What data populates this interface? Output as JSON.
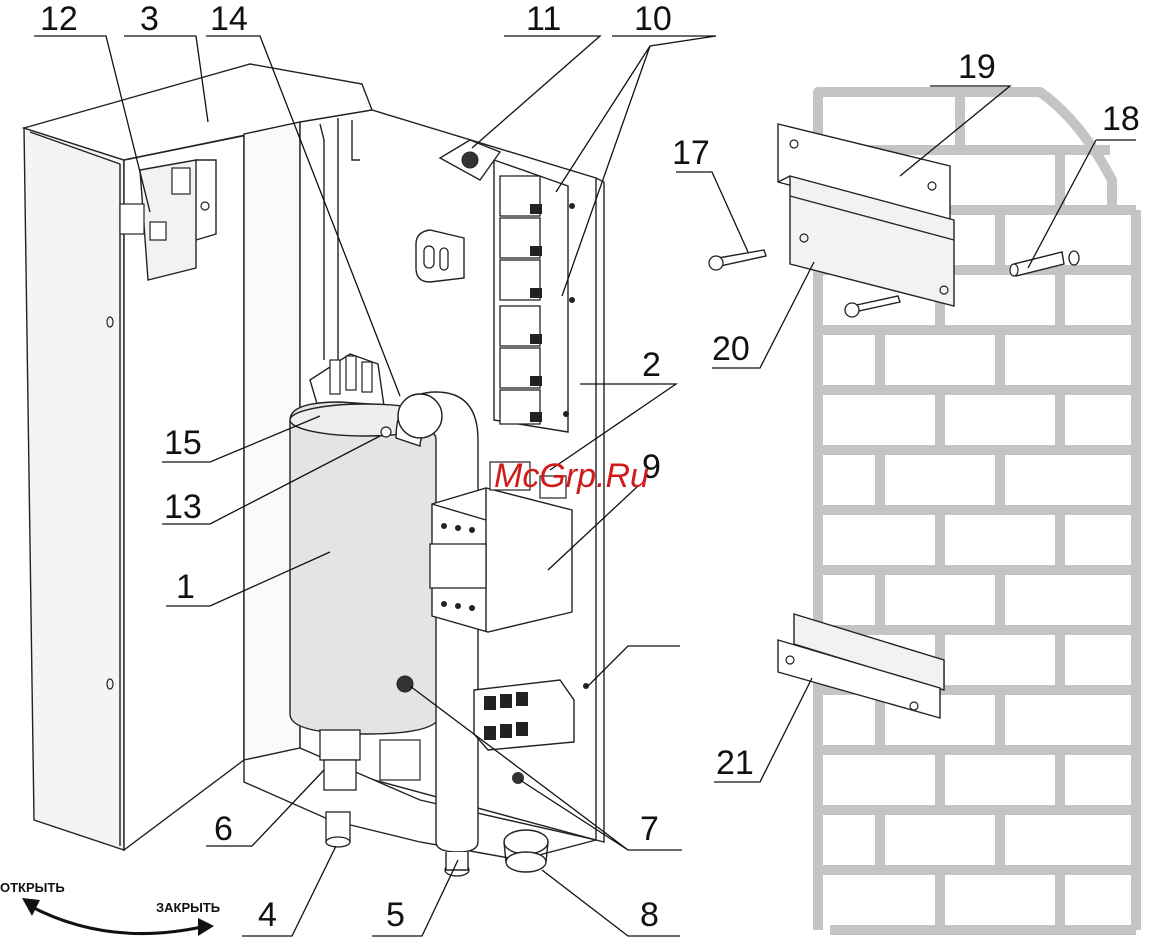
{
  "callouts": {
    "c1": "1",
    "c2": "2",
    "c3": "3",
    "c4": "4",
    "c5": "5",
    "c6": "6",
    "c7": "7",
    "c8": "8",
    "c9": "9",
    "c10": "10",
    "c11": "11",
    "c12": "12",
    "c13": "13",
    "c14": "14",
    "c15": "15",
    "c17": "17",
    "c18": "18",
    "c19": "19",
    "c20": "20",
    "c21": "21"
  },
  "captions": {
    "open": "ОТКРЫТЬ",
    "close": "ЗАКРЫТЬ"
  },
  "watermark": "McGrp.Ru",
  "colors": {
    "line": "#111111",
    "brick": "#c4c4c4",
    "watermark": "#d11a1a",
    "tank": "#e4e4e4"
  }
}
